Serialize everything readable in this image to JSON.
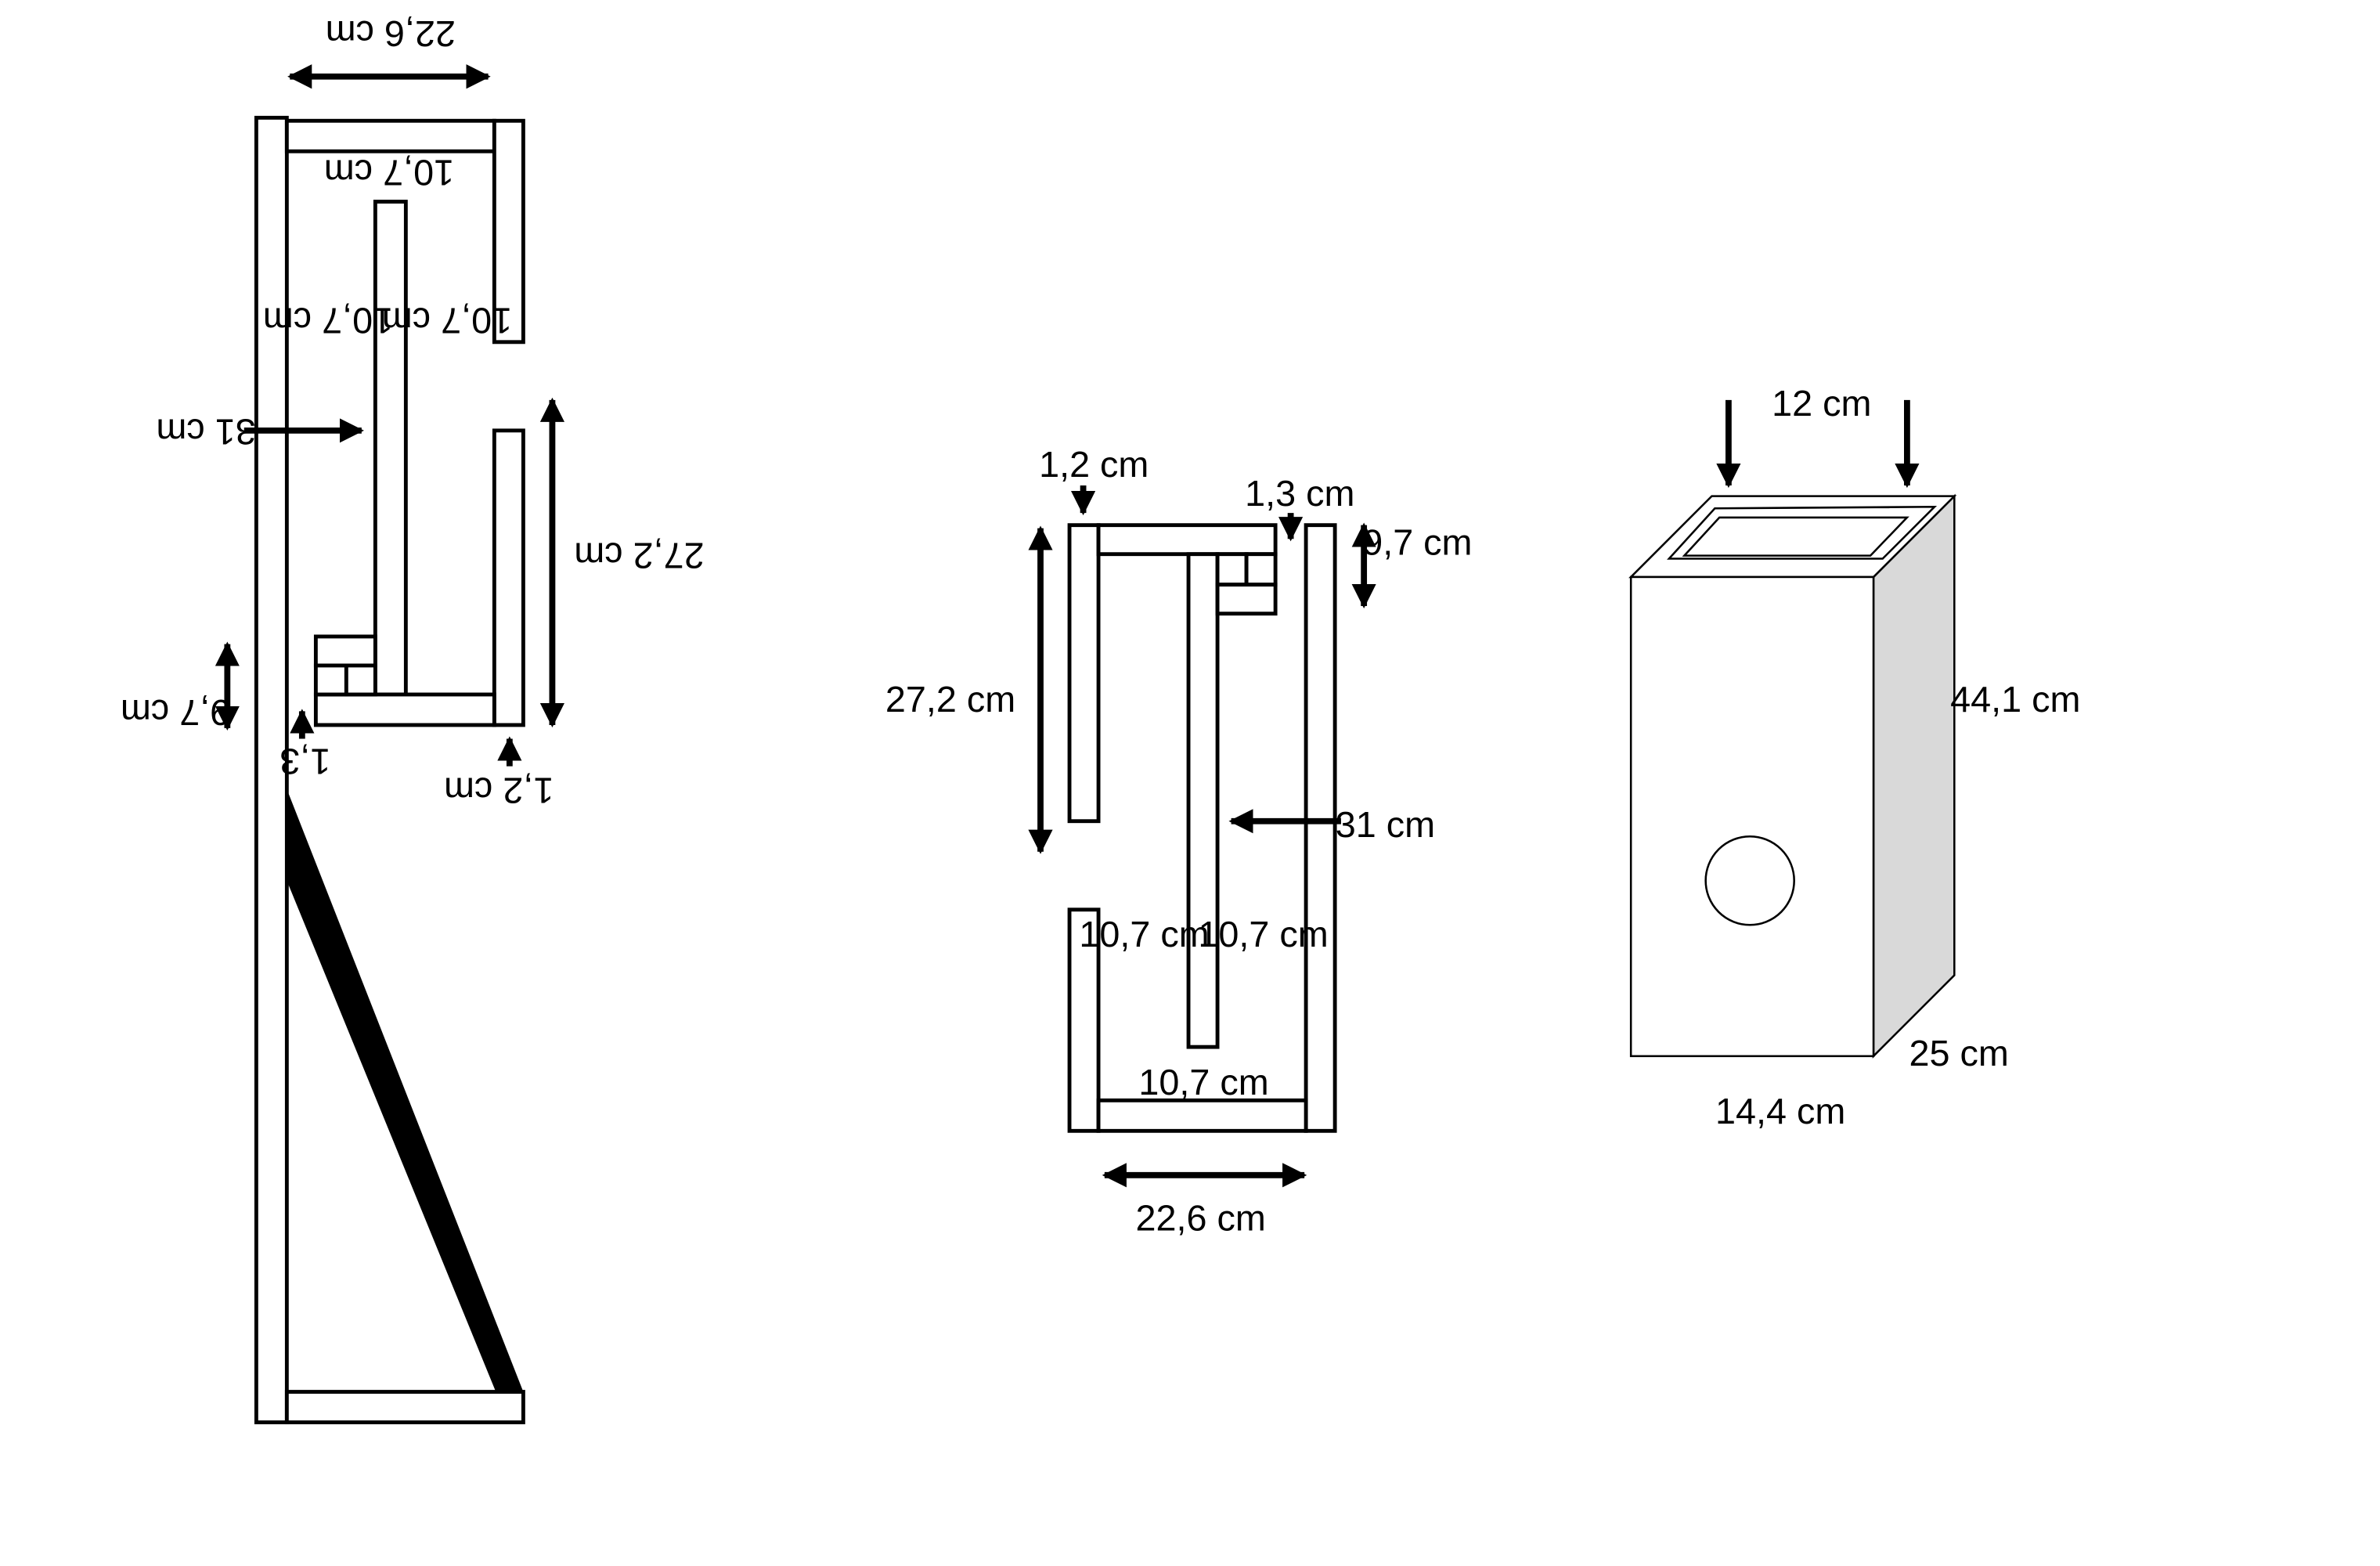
{
  "drawing_left": {
    "width_top": "22,6 cm",
    "top_inner": "10,7 cm",
    "inner_left": "10,7 cm",
    "inner_right": "10,7 cm",
    "arrow_31": "31 cm",
    "height_272": "27,2 cm",
    "height_97": "9,7 cm",
    "label_13": "1,3",
    "label_12": "1,2 cm"
  },
  "drawing_middle": {
    "label_12": "1,2 cm",
    "label_13": "1,3 cm",
    "height_97": "9,7 cm",
    "height_272": "27,2 cm",
    "arrow_31": "31 cm",
    "inner_left": "10,7 cm",
    "inner_right": "10,7 cm",
    "bottom_inner": "10,7 cm",
    "width_bottom": "22,6 cm"
  },
  "drawing_box": {
    "top_width": "12  cm",
    "height": "44,1  cm",
    "depth": "25  cm",
    "front_width": "14,4  cm"
  },
  "colors": {
    "line": "#000000",
    "side_face": "#d9d9d9",
    "background": "#ffffff"
  }
}
